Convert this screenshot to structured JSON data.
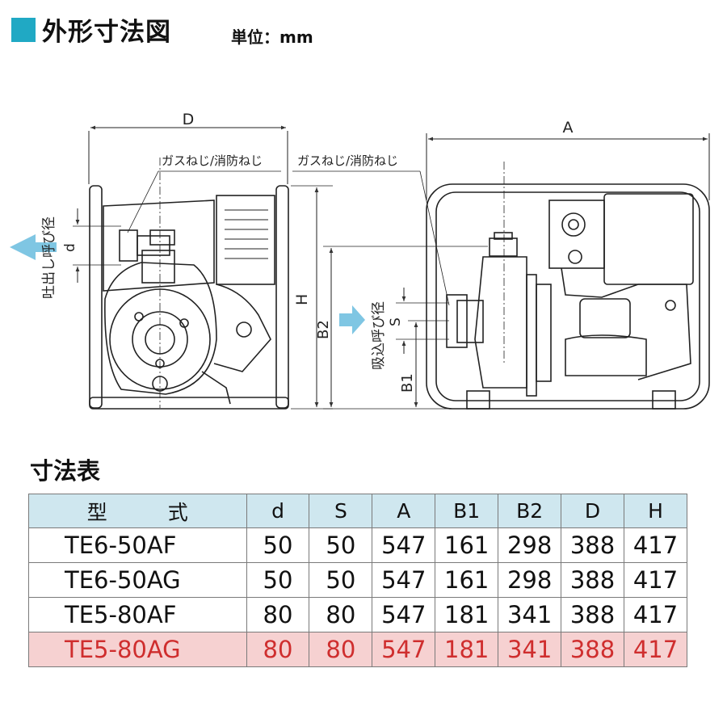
{
  "header": {
    "title": "外形寸法図",
    "unit_label": "単位：mm"
  },
  "drawing": {
    "left_view": {
      "dim_top": "D",
      "thread_label": "ガスねじ/消防ねじ",
      "outlet_label": "吐出し呼び径",
      "outlet_symbol": "d",
      "height_symbol": "H"
    },
    "right_view": {
      "dim_top": "A",
      "thread_label": "ガスねじ/消防ねじ",
      "inlet_label": "吸込呼び径",
      "inlet_symbol": "S",
      "b2_symbol": "B2",
      "b1_symbol": "B1"
    }
  },
  "table": {
    "title": "寸法表",
    "headers": [
      "型　　　式",
      "d",
      "S",
      "A",
      "B1",
      "B2",
      "D",
      "H"
    ],
    "rows": [
      [
        "TE6-50AF",
        "50",
        "50",
        "547",
        "161",
        "298",
        "388",
        "417"
      ],
      [
        "TE6-50AG",
        "50",
        "50",
        "547",
        "161",
        "298",
        "388",
        "417"
      ],
      [
        "TE5-80AF",
        "80",
        "80",
        "547",
        "181",
        "341",
        "388",
        "417"
      ],
      [
        "TE5-80AG",
        "80",
        "80",
        "547",
        "181",
        "341",
        "388",
        "417"
      ]
    ],
    "highlight_row": 3
  },
  "colors": {
    "accent": "#20a9c4",
    "header_bg": "#cfe7ef",
    "highlight_bg": "#f6d1d1",
    "highlight_text": "#cf2e2e",
    "arrow": "#7fc6e3"
  }
}
